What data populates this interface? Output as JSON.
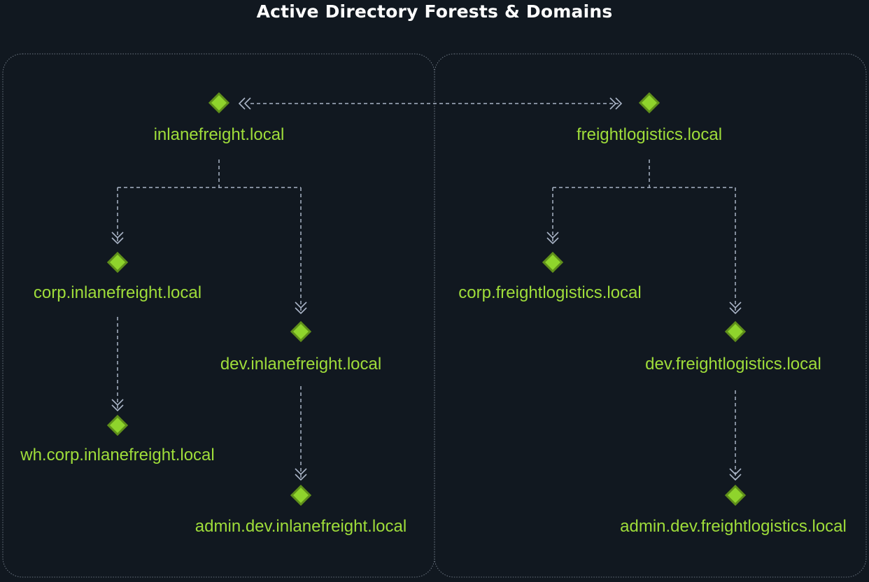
{
  "title": "Active Directory Forests & Domains",
  "colors": {
    "background": "#111820",
    "node_fill": "#8fd42c",
    "node_border": "#5f8f1a",
    "label": "#9fdd3a",
    "connector": "#a9b4c6",
    "panel_border": "#6b7580",
    "title": "#ffffff"
  },
  "forests": [
    {
      "root": "inlanefreight.local",
      "children": [
        {
          "name": "corp.inlanefreight.local",
          "children": [
            "wh.corp.inlanefreight.local"
          ]
        },
        {
          "name": "dev.inlanefreight.local",
          "children": [
            "admin.dev.inlanefreight.local"
          ]
        }
      ]
    },
    {
      "root": "freightlogistics.local",
      "children": [
        {
          "name": "corp.freightlogistics.local",
          "children": []
        },
        {
          "name": "dev.freightlogistics.local",
          "children": [
            "admin.dev.freightlogistics.local"
          ]
        }
      ]
    }
  ],
  "trust": {
    "between": [
      "inlanefreight.local",
      "freightlogistics.local"
    ],
    "direction": "bidirectional"
  }
}
